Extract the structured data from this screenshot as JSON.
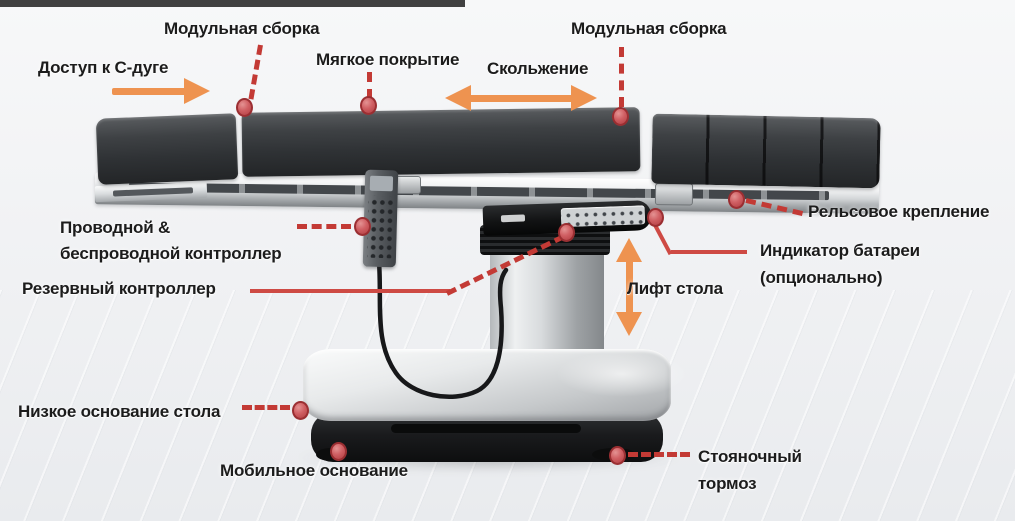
{
  "diagram": {
    "labels": {
      "modular_assembly_left": "Модульная сборка",
      "c_arm_access": "Доступ к С-дуге",
      "soft_cover": "Мягкое покрытие",
      "sliding": "Скольжение",
      "modular_assembly_right": "Модульная сборка",
      "rail_mount": "Рельсовое крепление",
      "battery_indicator": "Индикатор батареи\n(опционально)",
      "table_lift": "Лифт стола",
      "wired_wireless_controller": "Проводной &\nбеспроводной контроллер",
      "backup_controller": "Резервный контроллер",
      "low_table_base": "Низкое основание стола",
      "mobile_base": "Мобильное основание",
      "parking_brake": "Стояночный\nтормоз"
    },
    "colors": {
      "callout_red": "#c33a35",
      "dot_red": "#c75054",
      "arrow_orange": "#ee9350",
      "label_text": "#1c1c1c",
      "background": "#f1f2f4"
    }
  }
}
